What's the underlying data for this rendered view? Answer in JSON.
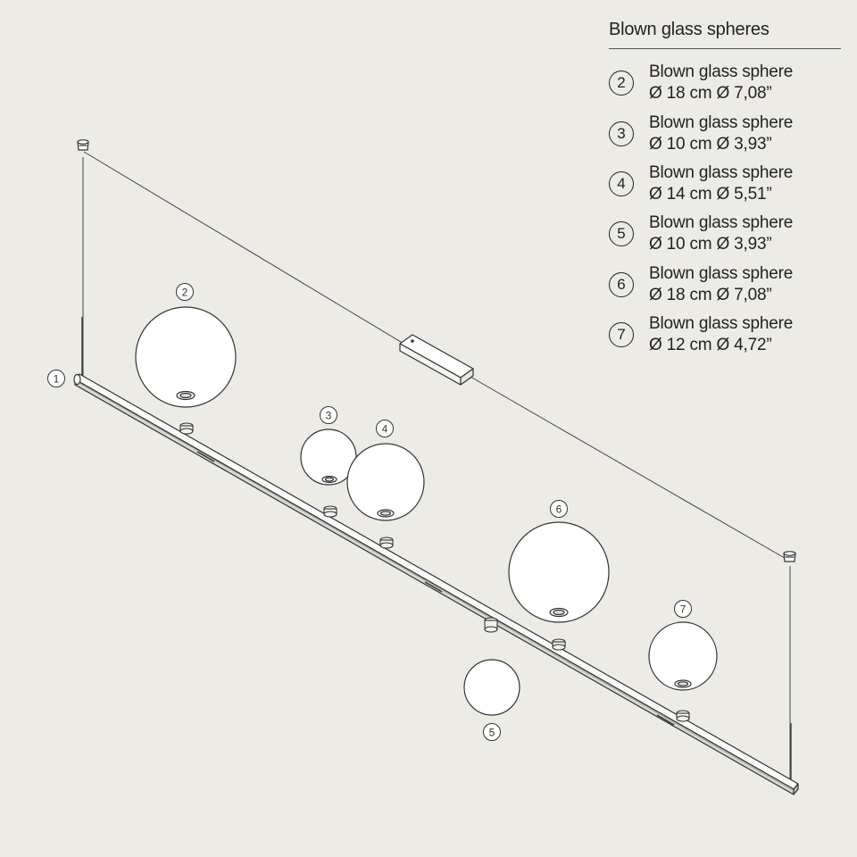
{
  "legend": {
    "title": "Blown glass spheres",
    "items": [
      {
        "num": "2",
        "name": "Blown glass sphere",
        "size": "Ø 18 cm Ø 7,08”"
      },
      {
        "num": "3",
        "name": "Blown glass sphere",
        "size": "Ø 10 cm Ø 3,93”"
      },
      {
        "num": "4",
        "name": "Blown glass sphere",
        "size": "Ø 14 cm Ø 5,51”"
      },
      {
        "num": "5",
        "name": "Blown glass sphere",
        "size": "Ø 10 cm Ø 3,93”"
      },
      {
        "num": "6",
        "name": "Blown glass sphere",
        "size": "Ø 18 cm Ø 7,08”"
      },
      {
        "num": "7",
        "name": "Blown glass sphere",
        "size": "Ø 12 cm Ø 4,72”"
      }
    ]
  },
  "callouts": {
    "bar": "1",
    "sphere_2": "2",
    "sphere_3": "3",
    "sphere_4": "4",
    "sphere_5": "5",
    "sphere_6": "6",
    "sphere_7": "7"
  },
  "colors": {
    "background": "#ecebe6",
    "sphere_fill": "#ffffff",
    "line": "#333333"
  }
}
